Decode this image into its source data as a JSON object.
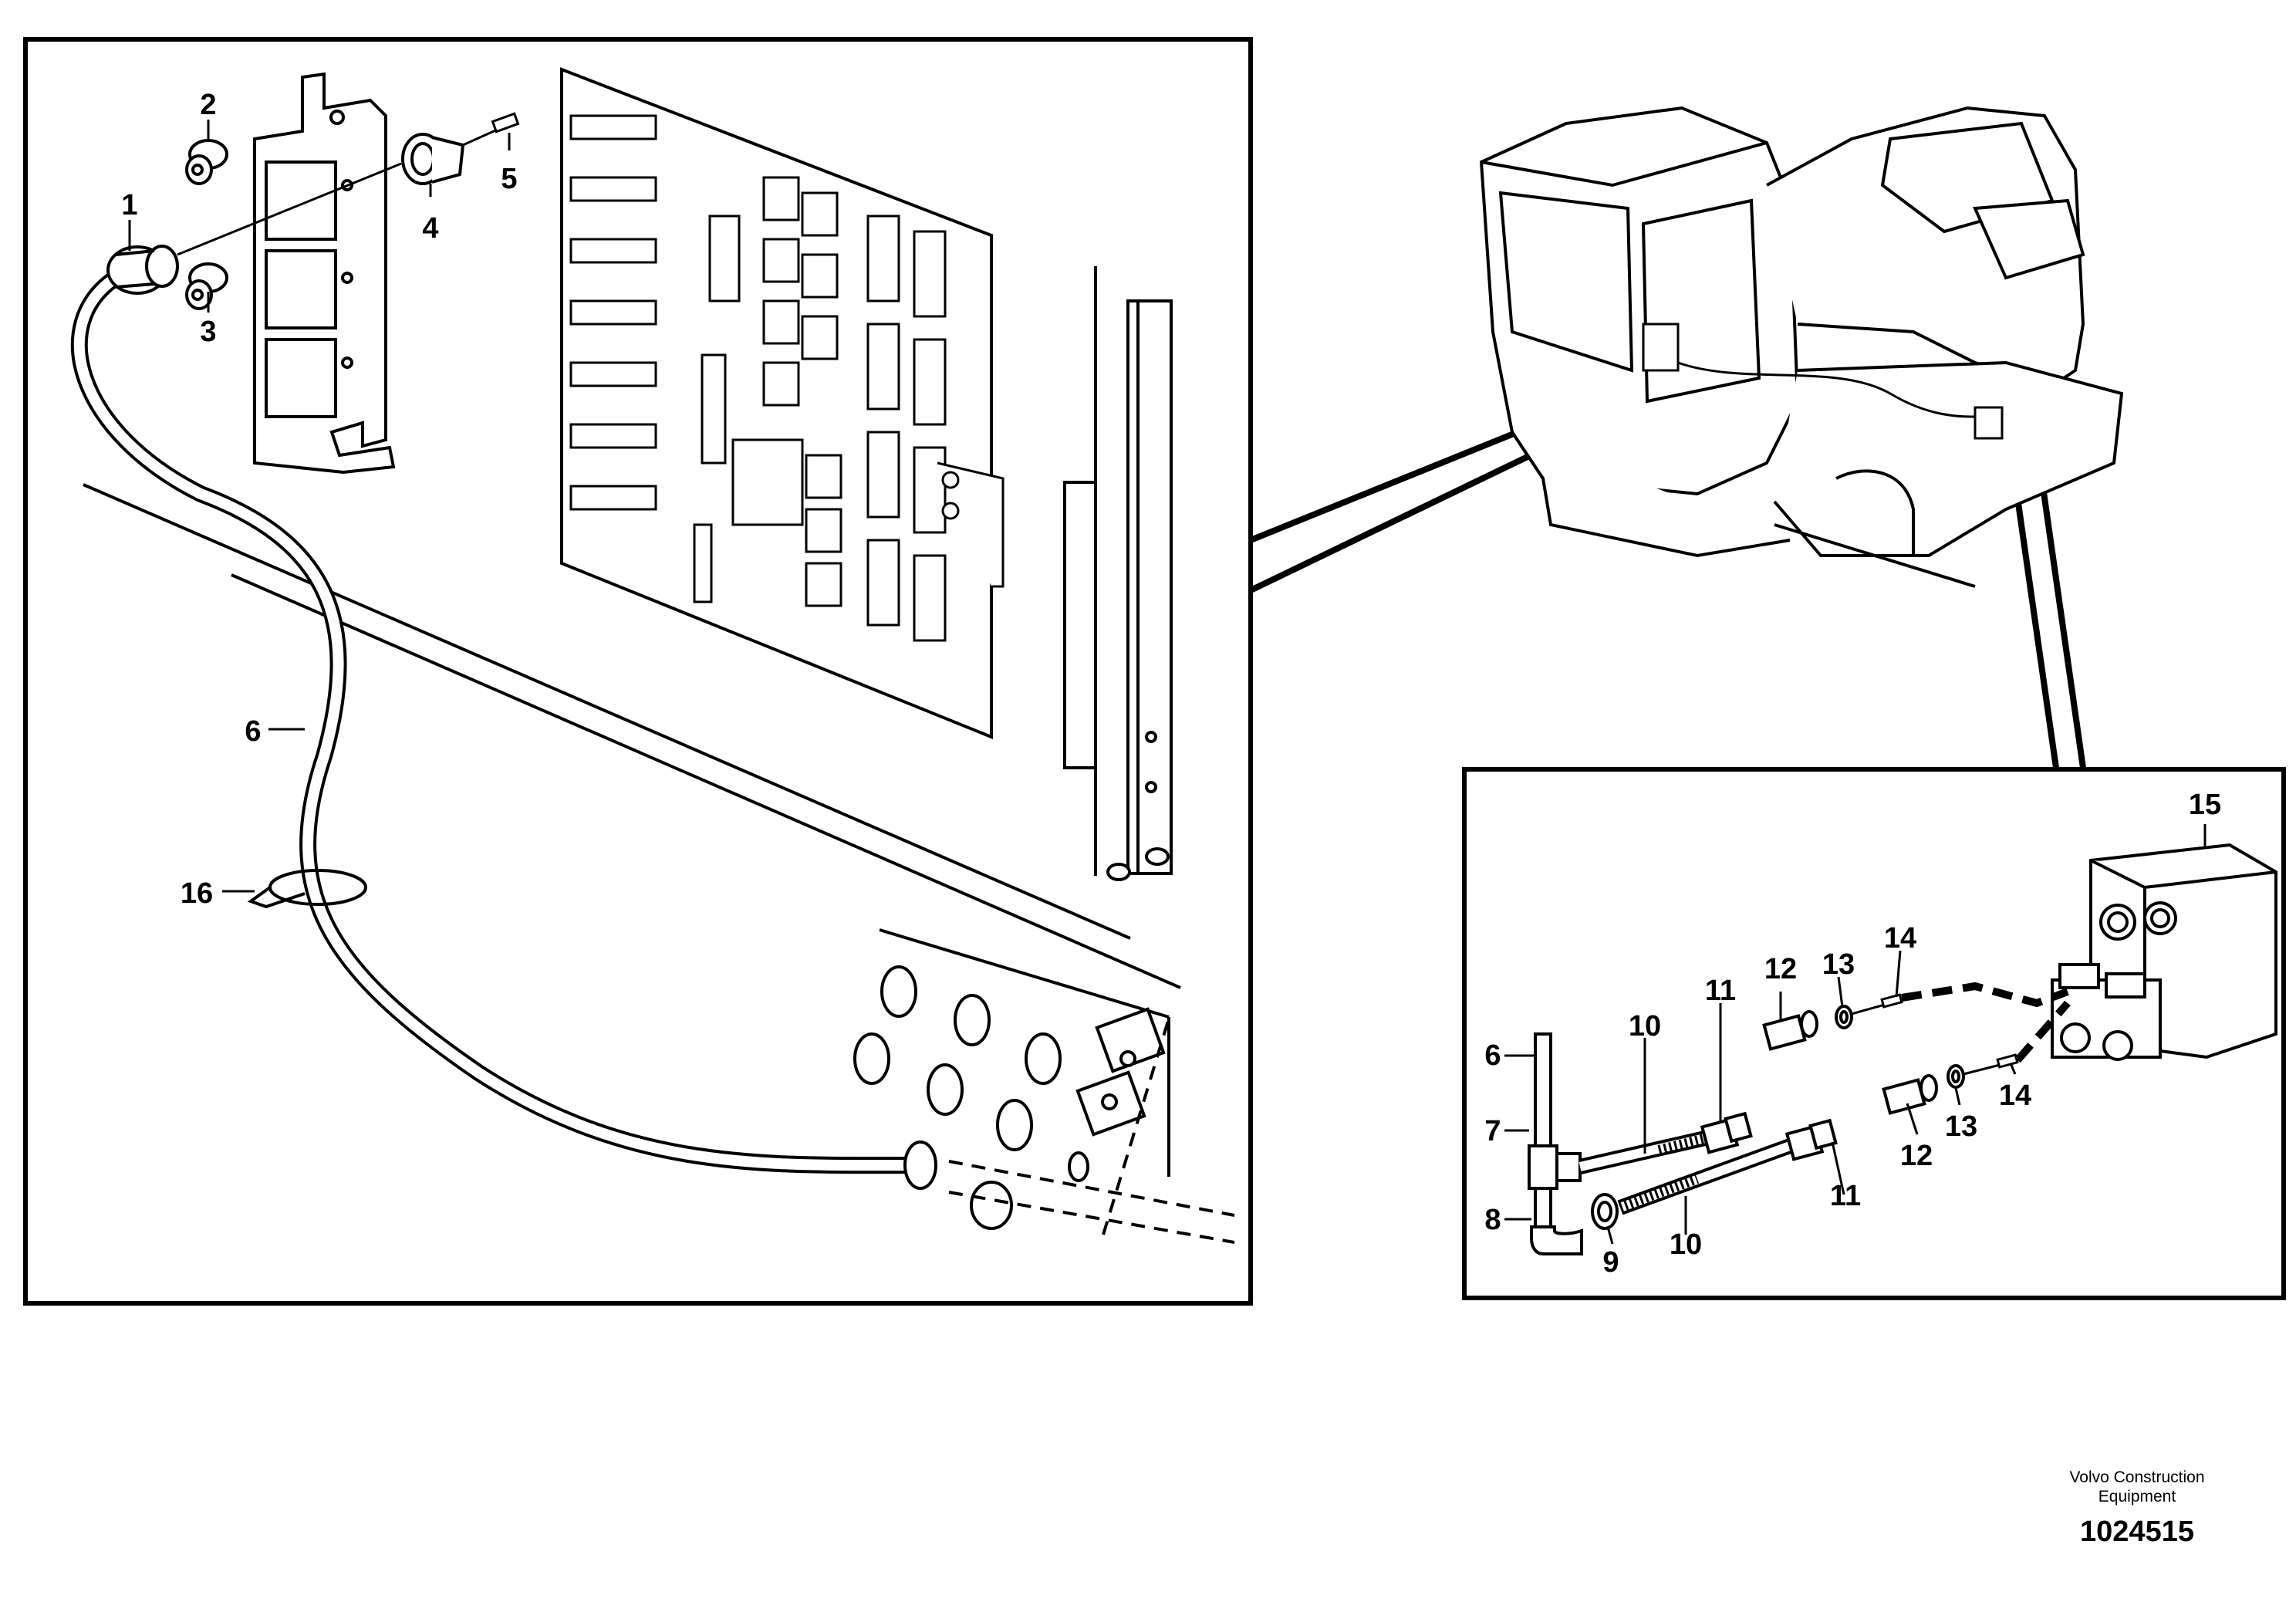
{
  "callouts": {
    "c1": "1",
    "c2": "2",
    "c3": "3",
    "c4": "4",
    "c5": "5",
    "c6": "6",
    "c16": "16",
    "d6": "6",
    "d7": "7",
    "d8": "8",
    "d9": "9",
    "d10a": "10",
    "d10b": "10",
    "d11a": "11",
    "d11b": "11",
    "d12a": "12",
    "d12b": "12",
    "d13a": "13",
    "d13b": "13",
    "d14a": "14",
    "d14b": "14",
    "d15": "15"
  },
  "footer": {
    "brand_line1": "Volvo Construction",
    "brand_line2": "Equipment",
    "doc_number": "1024515"
  },
  "colors": {
    "ink": "#000000",
    "paper": "#ffffff"
  }
}
